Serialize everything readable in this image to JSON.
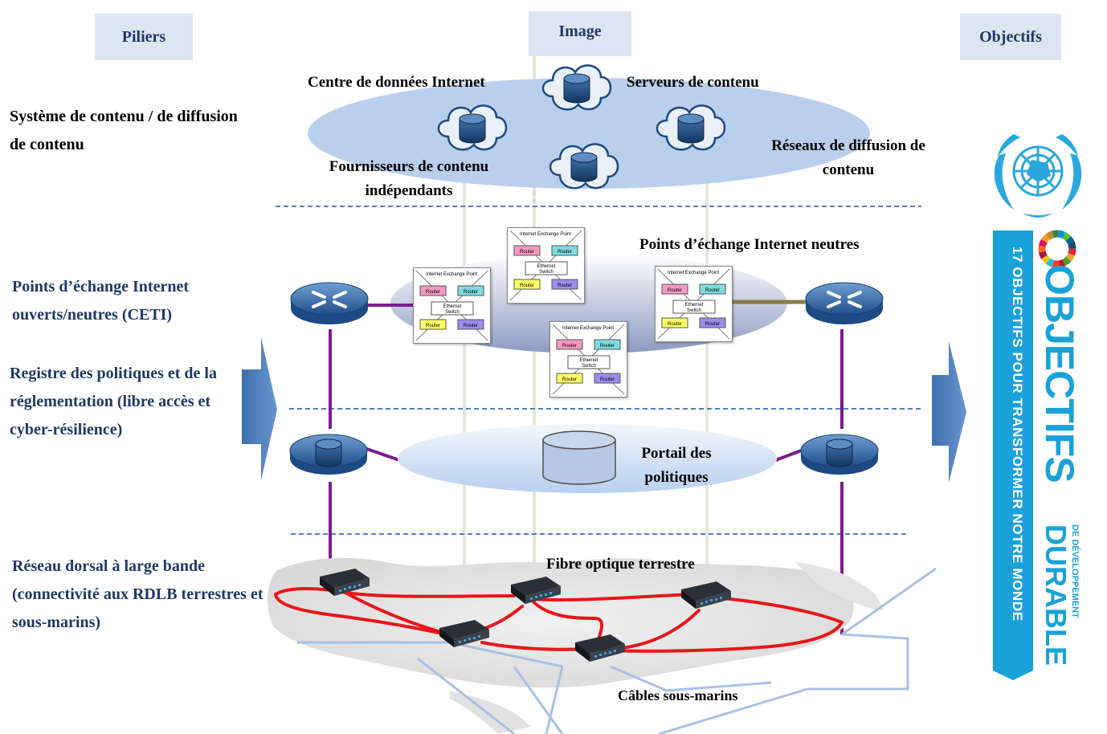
{
  "headers": {
    "left": "Piliers",
    "center": "Image",
    "right": "Objectifs"
  },
  "pillars": {
    "content": "Système de contenu / de diffusion de contenu",
    "ixp": "Points d’échange Internet ouverts/neutres (CETI)",
    "policy": "Registre des politiques et de la réglementation (libre accès et cyber-résilience)",
    "backbone": "Réseau dorsal à large bande (connectivité aux RDLB terrestres et sous-marins)"
  },
  "diagram": {
    "data_center": "Centre de données Internet",
    "content_servers": "Serveurs de contenu",
    "independent_providers": "Fournisseurs de contenu indépendants",
    "cdn": "Réseaux de diffusion de contenu",
    "neutral_ixp": "Points d’échange Internet neutres",
    "policy_portal": "Portail des politiques",
    "terrestrial_fibre": "Fibre optique terrestre",
    "submarine_cables": "Câbles sous-marins",
    "ixp_box": {
      "title": "Internet Exchange Point",
      "router": "Router",
      "switch_line1": "Ethernet",
      "switch_line2": "Switch"
    }
  },
  "sdg_logo": {
    "big_word_1": "OBJECTIFS",
    "big_word_2": "DURABLE",
    "small_word": "DE DÉVELOPPEMENT",
    "subtitle": "17 OBJECTIFS POUR TRANSFORMER NOTRE MONDE"
  },
  "colors": {
    "header_bg": "#dce6f2",
    "pillar_text_blue": "#1f3864",
    "link_purple": "#7b1c8e",
    "fibre_red": "#e8161b",
    "sdg_blue": "#1ba1d9",
    "un_blue": "#2aa7dd"
  },
  "icons": [
    "cloud-database-icon",
    "router-icon",
    "database-icon",
    "ixp-switch-icon",
    "fibre-node-icon",
    "un-emblem-icon",
    "arrow-right-icon"
  ]
}
